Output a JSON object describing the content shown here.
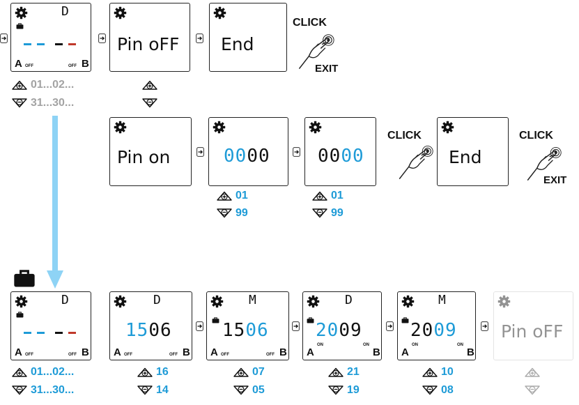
{
  "colors": {
    "accent": "#1e9bd7",
    "ink": "#111111",
    "muted": "#a3a3a3",
    "faded_screen": "#c4c4c4",
    "dash_red": "#c0392b",
    "flow_arrow": "#8ed3f5"
  },
  "icons": [
    "gear-icon",
    "suitcase-icon",
    "flow-arrow-icon",
    "plus-icon",
    "minus-icon",
    "hand-tap-icon"
  ],
  "labels": {
    "click": "CLICK",
    "exit": "EXIT",
    "day": "D",
    "month": "M",
    "channel_a": "A",
    "channel_b": "B",
    "off": "OFF",
    "on": "ON"
  },
  "row1": {
    "pin_off": "Pin oFF",
    "end": "End",
    "plus_values": "01...02...",
    "minus_values": "31...30..."
  },
  "row2": {
    "pin_on": "Pin on",
    "code1": {
      "blue": "00",
      "black": "00"
    },
    "code2": {
      "black": "00",
      "blue": "00"
    },
    "end": "End",
    "code1_plus": "01",
    "code1_minus": "99",
    "code2_plus": "01",
    "code2_minus": "99"
  },
  "row3": {
    "plus_values": "01...02...",
    "minus_values": "31...30...",
    "screen2": {
      "a": "15",
      "b": "06",
      "plus": "16",
      "minus": "14"
    },
    "screen3": {
      "a": "15",
      "b": "06",
      "plus": "07",
      "minus": "05"
    },
    "screen4": {
      "a": "20",
      "b": "09",
      "plus": "21",
      "minus": "19"
    },
    "screen5": {
      "a": "20",
      "b": "09",
      "plus": "10",
      "minus": "08"
    },
    "pin_off": "Pin oFF"
  }
}
